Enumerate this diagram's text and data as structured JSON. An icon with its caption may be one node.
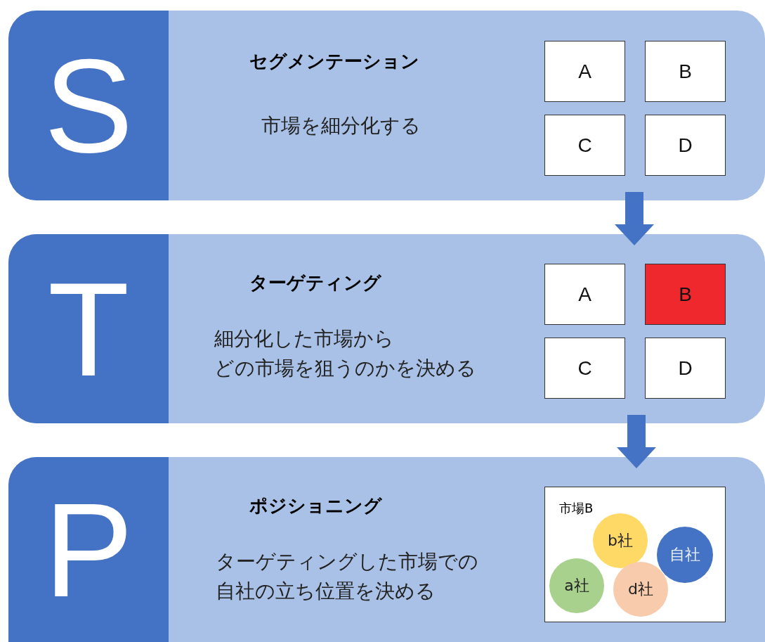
{
  "diagram": {
    "nodes": [
      {
        "text": [
          "S",
          "セグメンテーション",
          "市場を細分化する"
        ]
      },
      {
        "text": [
          "A"
        ],
        "in": 0
      },
      {
        "text": [
          "B"
        ],
        "in": 0
      },
      {
        "text": [
          "C"
        ],
        "in": 0
      },
      {
        "text": [
          "D"
        ],
        "in": 0
      },
      {
        "text": [
          "T",
          "ターゲティング",
          "細分化した市場からどの市場を狙うのかを決める"
        ]
      },
      {
        "text": [
          "A"
        ],
        "in": 5
      },
      {
        "text": [
          "B"
        ],
        "in": 5
      },
      {
        "text": [
          "C"
        ],
        "in": 5
      },
      {
        "text": [
          "D"
        ],
        "in": 5
      },
      {
        "text": [
          "P",
          "ポジショニング",
          "ターゲティングした市場での自社の立ち位置を決める"
        ]
      },
      {
        "text": [
          "市場B"
        ],
        "in": 10
      },
      {
        "text": [
          "b社"
        ],
        "in": 11
      },
      {
        "text": [
          "自社"
        ],
        "in": 11
      },
      {
        "text": [
          "a社"
        ],
        "in": 11
      },
      {
        "text": [
          "d社"
        ],
        "in": 11
      }
    ],
    "edges": [
      {
        "from": 0,
        "to": 5,
        "arrow": "to"
      },
      {
        "from": 5,
        "to": 10,
        "arrow": "to"
      }
    ]
  }
}
